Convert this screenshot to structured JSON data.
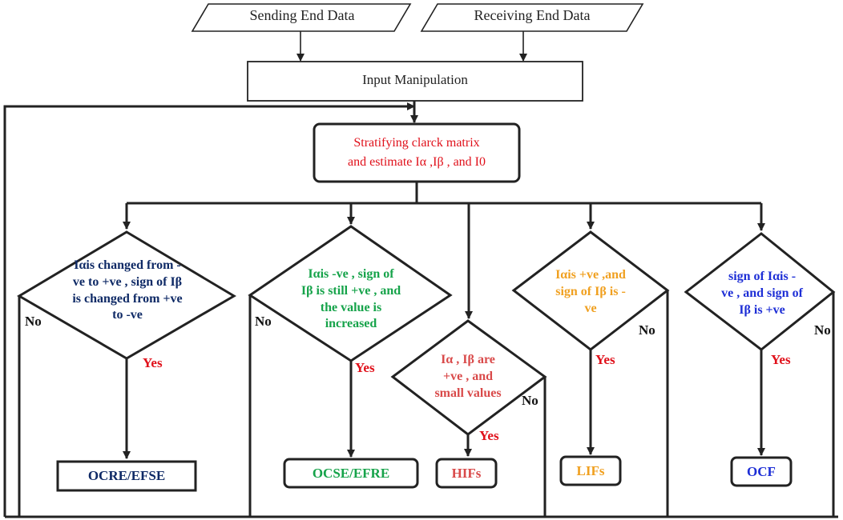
{
  "inputs": {
    "sending": "Sending End Data",
    "receiving": "Receiving End Data"
  },
  "process": {
    "manipulation": "Input Manipulation",
    "clarke_line1": "Stratifying clarck matrix",
    "clarke_line2": "and  estimate Iα ,Iβ  , and I0"
  },
  "decisions": {
    "d1": {
      "line1": "Iαis changed from -",
      "line2": "ve to +ve , sign of Iβ",
      "line3": "is changed from +ve",
      "line4": "to -ve"
    },
    "d2": {
      "line1": "Iαis  -ve ,   sign of",
      "line2": "Iβ  is still +ve , and",
      "line3": "the value is",
      "line4": "increased"
    },
    "d3": {
      "line1": "Iα , Iβ are",
      "line2": "+ve  , and",
      "line3": "small values"
    },
    "d4": {
      "line1": "Iαis +ve ,and",
      "line2": "sign of  Iβ  is -",
      "line3": "ve"
    },
    "d5": {
      "line1": "sign of  Iαis -",
      "line2": "ve , and sign of",
      "line3": "Iβ  is +ve"
    }
  },
  "outcomes": {
    "o1": "OCRE/EFSE",
    "o2": "OCSE/EFRE",
    "o3": "HIFs",
    "o4": "LIFs",
    "o5": "OCF"
  },
  "branch_labels": {
    "yes": "Yes",
    "no": "No"
  },
  "colors": {
    "navy": "#0f2a66",
    "green": "#16a34a",
    "red": "#e0101a",
    "hif_red": "#d94a4a",
    "orange": "#f0a020",
    "blue": "#1e2fd6",
    "line": "#222222"
  }
}
